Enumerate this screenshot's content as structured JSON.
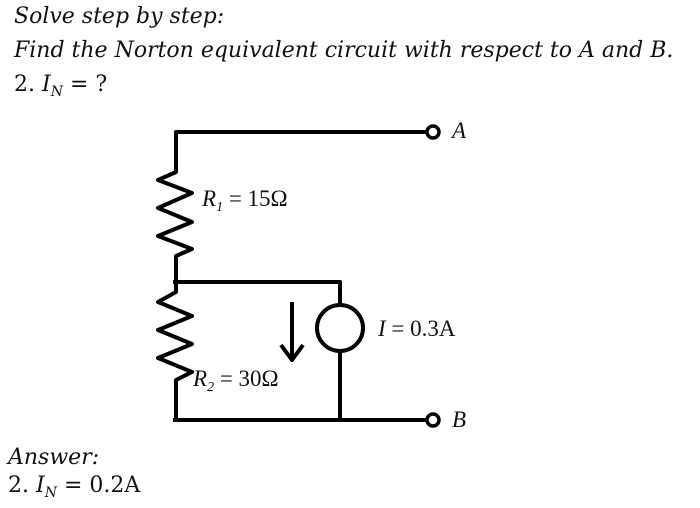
{
  "problem": {
    "instruction": "Solve step by step:",
    "task": "Find the Norton equivalent circuit with respect to A and B.",
    "question_number": "2.",
    "question_var": "I",
    "question_sub": "N",
    "question_rest": " = ?"
  },
  "circuit": {
    "terminal_a": "A",
    "terminal_b": "B",
    "r1": {
      "symbol": "R",
      "sub": "1",
      "value": " = 15Ω"
    },
    "r2": {
      "symbol": "R",
      "sub": "2",
      "value": " = 30Ω"
    },
    "source": {
      "symbol": "I",
      "value": " = 0.3A",
      "direction": "down"
    }
  },
  "answer": {
    "heading": "Answer:",
    "number": "2.",
    "var": "I",
    "sub": "N",
    "value": " = 0.2A"
  }
}
